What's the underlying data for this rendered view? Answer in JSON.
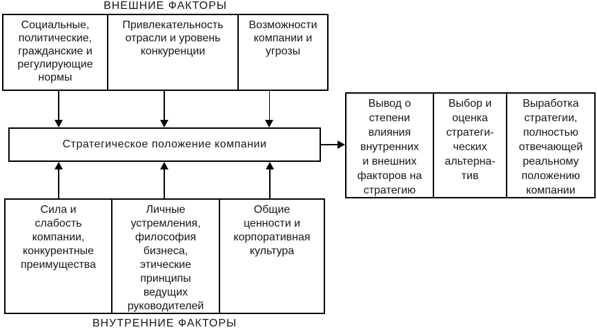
{
  "labels": {
    "external": "ВНЕШНИЕ ФАКТОРЫ",
    "internal": "ВНУТРЕННИЕ ФАКТОРЫ"
  },
  "center_box": {
    "text": "Стратегическое положение компании"
  },
  "external_factors": [
    {
      "text": "Социальные,\nполитические,\nгражданские и\nрегулирующие\nнормы"
    },
    {
      "text": "Привлекательность\nотрасли и уровень\nконкуренции"
    },
    {
      "text": "Возможности\nкомпании и\nугрозы"
    }
  ],
  "internal_factors": [
    {
      "text": "Сила и\nслабость\nкомпании,\nконкурентные\nпреимущества"
    },
    {
      "text": "Личные\nустремления,\nфилософия\nбизнеса,\nэтические\nпринципы\nведущих\nруководителей"
    },
    {
      "text": "Общие\nценности и\nкорпоративная\nкультура"
    }
  ],
  "strategy_steps": [
    {
      "text": "Вывод о\nстепени\nвлияния\nвнутренних\nи внешних\nфакторов на\nстратегию"
    },
    {
      "text": "Выбор и\nоценка\nстратеги-\nческих\nальтерна-\nтив"
    },
    {
      "text": "Выработка\nстратегии,\nполностью\nотвечающей\nреальному\nположению\nкомпании"
    }
  ],
  "colors": {
    "line": "#000000",
    "background": "#ffffff",
    "text": "#161616"
  }
}
